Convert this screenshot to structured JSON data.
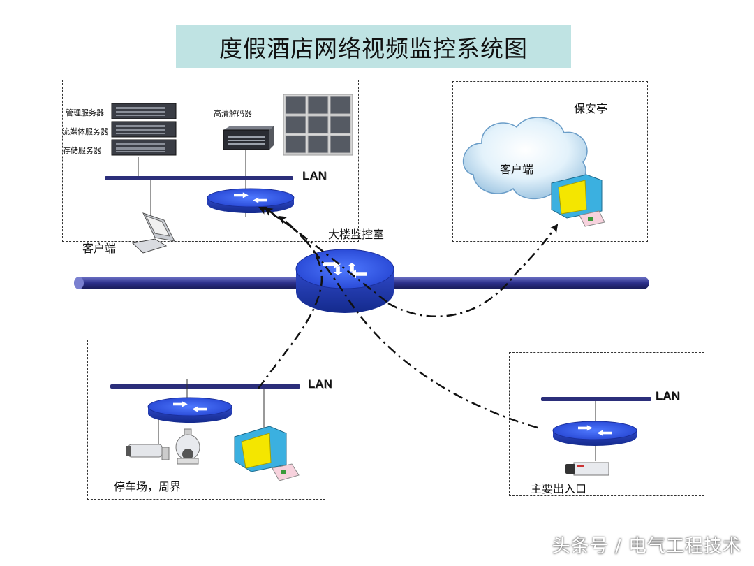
{
  "title": "度假酒店网络视频监控系统图",
  "zones": {
    "building": {
      "servers": [
        "管理服务器",
        "流媒体服务器",
        "存储服务器"
      ],
      "decoder": "高清解码器",
      "lan": "LAN",
      "client": "客户端",
      "name": "大楼监控室"
    },
    "security": {
      "name": "保安亭",
      "client": "客户端"
    },
    "parking": {
      "lan": "LAN",
      "name": "停车场，周界"
    },
    "entrance": {
      "lan": "LAN",
      "name": "主要出入口"
    }
  },
  "watermark": "头条号 / 电气工程技术"
}
